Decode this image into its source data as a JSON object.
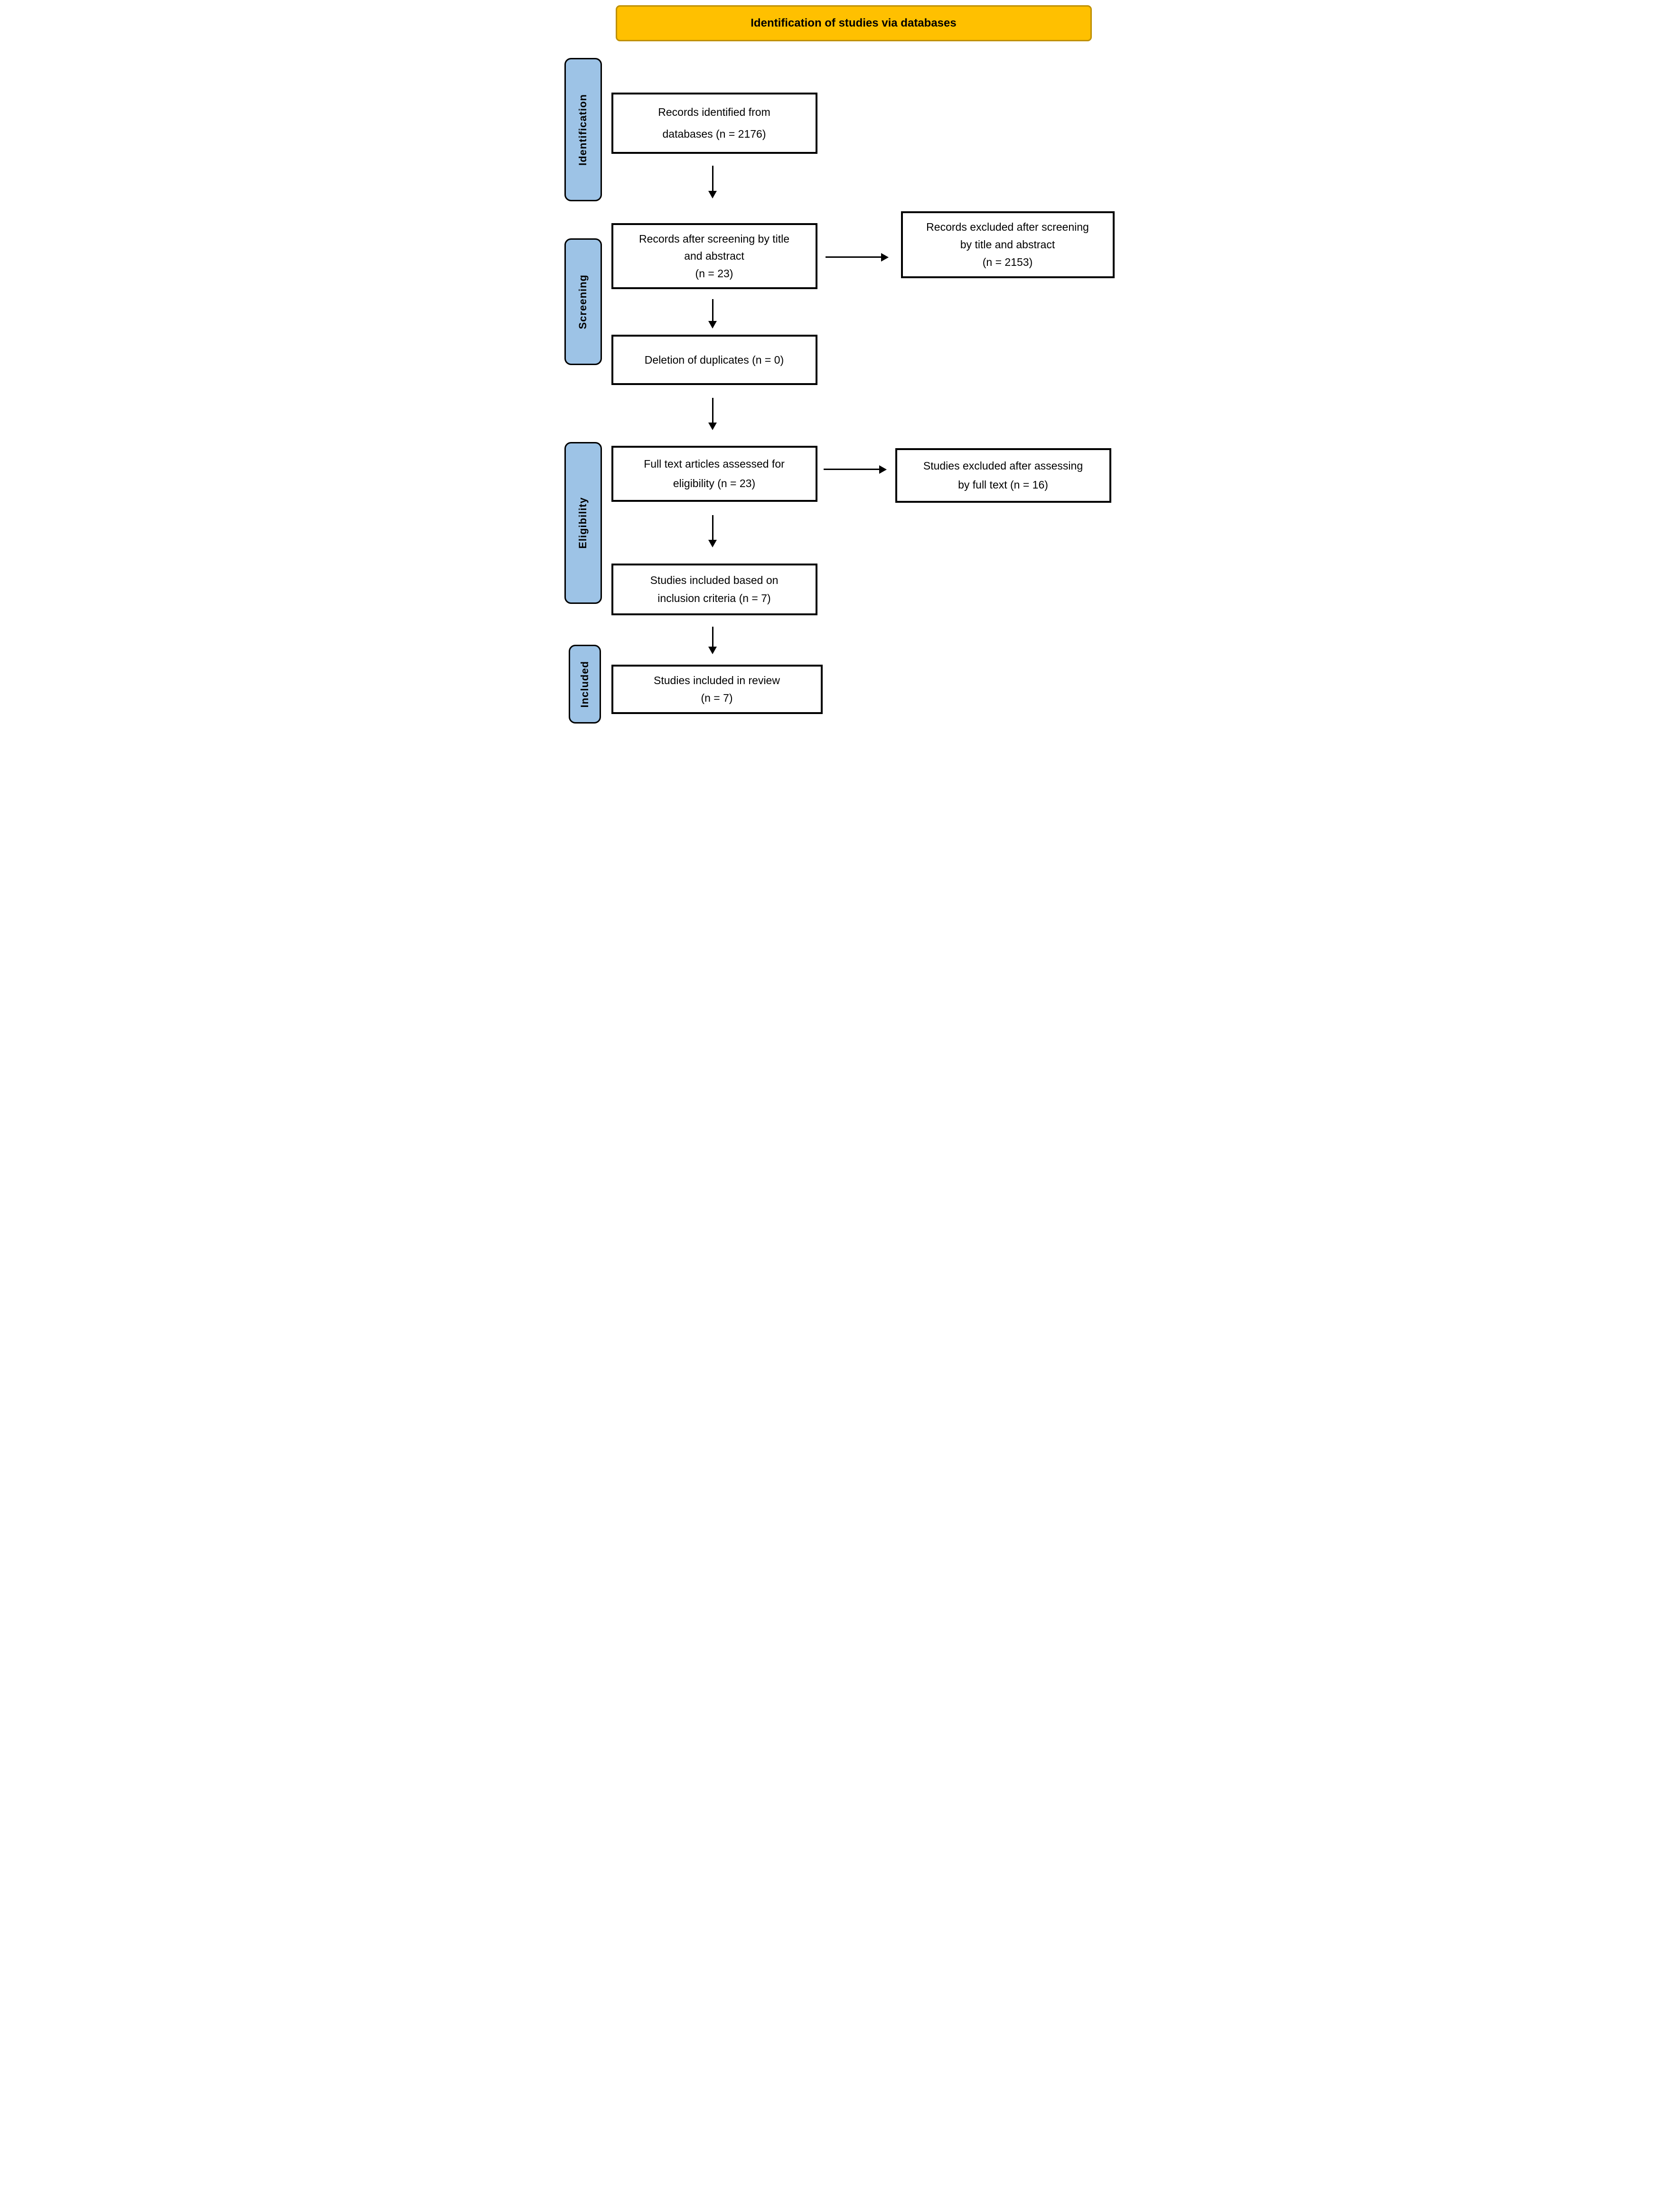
{
  "theme": {
    "header_bg": "#FFC000",
    "header_border": "#BF9000",
    "stage_bg": "#9DC3E6",
    "stage_border": "#000000",
    "box_bg": "#FFFFFF",
    "box_border": "#000000",
    "arrow_color": "#000000"
  },
  "header": {
    "label": "Identification of studies via databases"
  },
  "stages": [
    {
      "id": "identification",
      "label": "Identification"
    },
    {
      "id": "screening",
      "label": "Screening"
    },
    {
      "id": "eligibility",
      "label": "Eligibility"
    },
    {
      "id": "included",
      "label": "Included"
    }
  ],
  "boxes": {
    "records_identified": {
      "lines": [
        "Records identified from",
        "databases (n = 2176)"
      ],
      "n": 2176
    },
    "records_screened": {
      "lines": [
        "Records after screening by title",
        "and abstract",
        "(n = 23)"
      ],
      "n": 23
    },
    "duplicates_deleted": {
      "lines": [
        "Deletion of duplicates (n = 0)"
      ],
      "n": 0
    },
    "full_text_assessed": {
      "lines": [
        "Full text articles assessed for",
        "eligibility (n = 23)"
      ],
      "n": 23
    },
    "included_criteria": {
      "lines": [
        "Studies included based on",
        "inclusion criteria (n = 7)"
      ],
      "n": 7
    },
    "included_review": {
      "lines": [
        "Studies included in review",
        "(n = 7)"
      ],
      "n": 7
    },
    "records_excluded": {
      "lines": [
        "Records excluded after screening",
        "by title and abstract",
        "(n = 2153)"
      ],
      "n": 2153
    },
    "studies_excluded": {
      "lines": [
        "Studies excluded after assessing",
        "by full text (n = 16)"
      ],
      "n": 16
    }
  }
}
